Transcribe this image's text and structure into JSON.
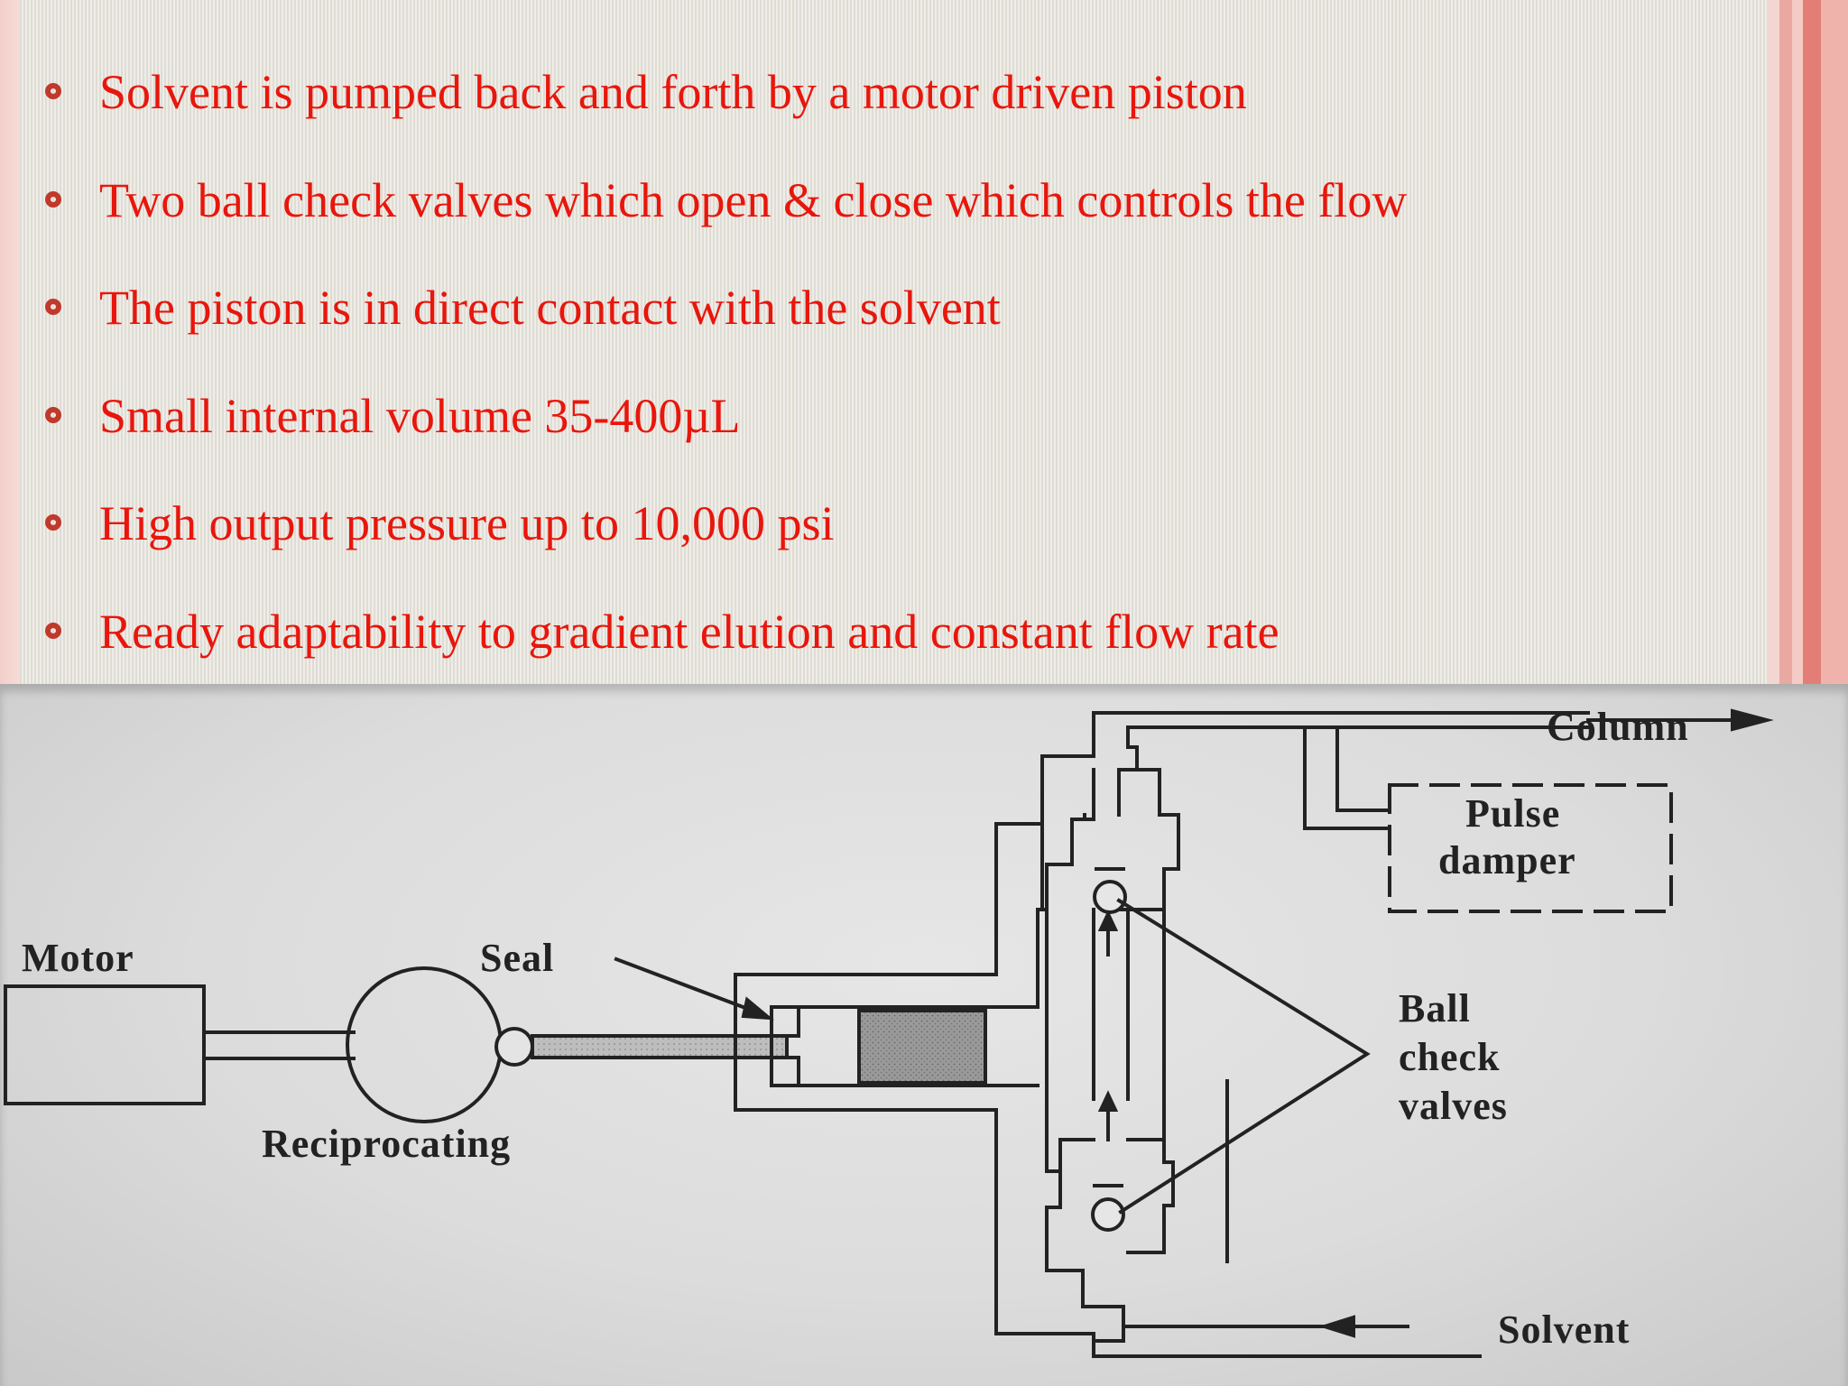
{
  "bullets": [
    "Solvent is pumped back and forth by a motor driven  piston",
    "Two ball check valves which open & close which controls the flow",
    "The piston is in direct contact with the solvent",
    "Small internal volume 35-400µL",
    "High output pressure up to 10,000 psi",
    "Ready adaptability to gradient elution and constant flow rate"
  ],
  "diagram": {
    "labels": {
      "column": "Column",
      "pulse_damper_1": "Pulse",
      "pulse_damper_2": "damper",
      "motor": "Motor",
      "seal": "Seal",
      "ball_1": "Ball",
      "ball_2": "check",
      "ball_3": "valves",
      "reciprocating": "Reciprocating",
      "solvent": "Solvent"
    }
  },
  "colors": {
    "bullet_text": "#e8160c",
    "bullet_marker": "#c0392b",
    "accent_band": "#e37e76"
  }
}
